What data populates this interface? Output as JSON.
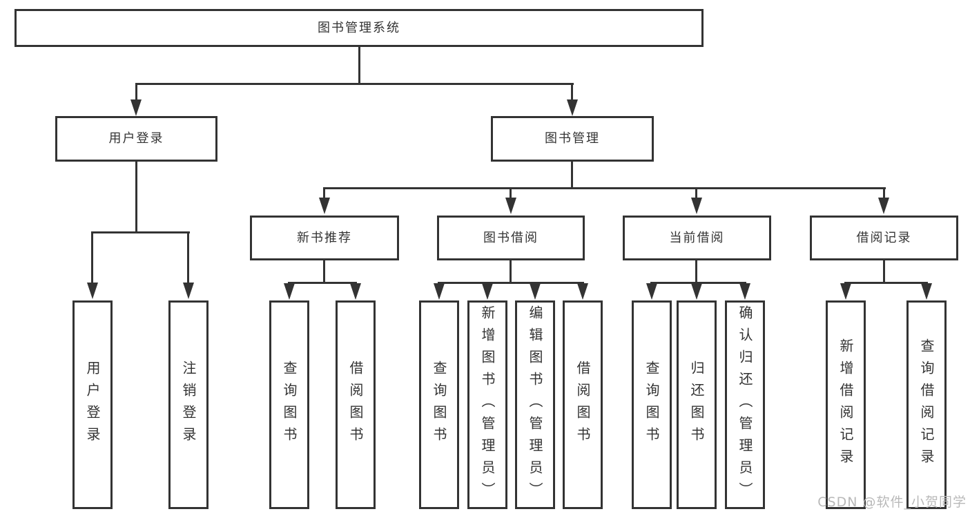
{
  "tree": {
    "label": "图书管理系统",
    "children": [
      {
        "label": "用户登录",
        "children": [
          {
            "label": "用户登录"
          },
          {
            "label": "注销登录"
          }
        ]
      },
      {
        "label": "图书管理",
        "children": [
          {
            "label": "新书推荐",
            "children": [
              {
                "label": "查询图书"
              },
              {
                "label": "借阅图书"
              }
            ]
          },
          {
            "label": "图书借阅",
            "children": [
              {
                "label": "查询图书"
              },
              {
                "label": "新增图书（管理员）"
              },
              {
                "label": "编辑图书（管理员）"
              },
              {
                "label": "借阅图书"
              }
            ]
          },
          {
            "label": "当前借阅",
            "children": [
              {
                "label": "查询图书"
              },
              {
                "label": "归还图书"
              },
              {
                "label": "确认归还（管理员）"
              }
            ]
          },
          {
            "label": "借阅记录",
            "children": [
              {
                "label": "新增借阅记录"
              },
              {
                "label": "查询借阅记录"
              }
            ]
          }
        ]
      }
    ]
  },
  "watermark": {
    "text": "CSDN @软件_小贺同学"
  },
  "colors": {
    "background": "#ffffff",
    "line": "#333333",
    "text": "#333333",
    "watermark": "#b9b9b9"
  }
}
